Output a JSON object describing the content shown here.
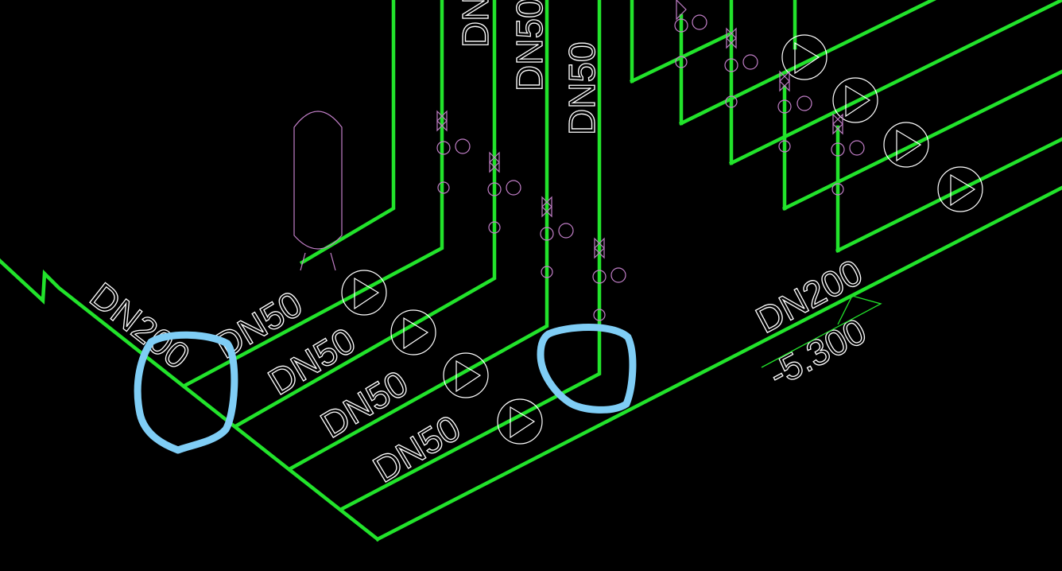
{
  "colors": {
    "background": "#000000",
    "pipe": "#22e32b",
    "text": "#ffffff",
    "fitting": "#c27fc8",
    "highlight": "#7fcdf5"
  },
  "labels": {
    "main_left_size": "DN200",
    "main_right_size": "DN200",
    "branch_sizes": [
      "DN50",
      "DN50",
      "DN50",
      "DN50"
    ],
    "riser_sizes": [
      "DN50",
      "DN50"
    ],
    "riser_partial": "DN5",
    "elevation": "-5.300"
  },
  "icons": [
    "pump-icon",
    "gate-valve-icon",
    "pressure-gauge-icon",
    "check-valve-icon",
    "tank-icon",
    "highlight-circle-icon"
  ]
}
